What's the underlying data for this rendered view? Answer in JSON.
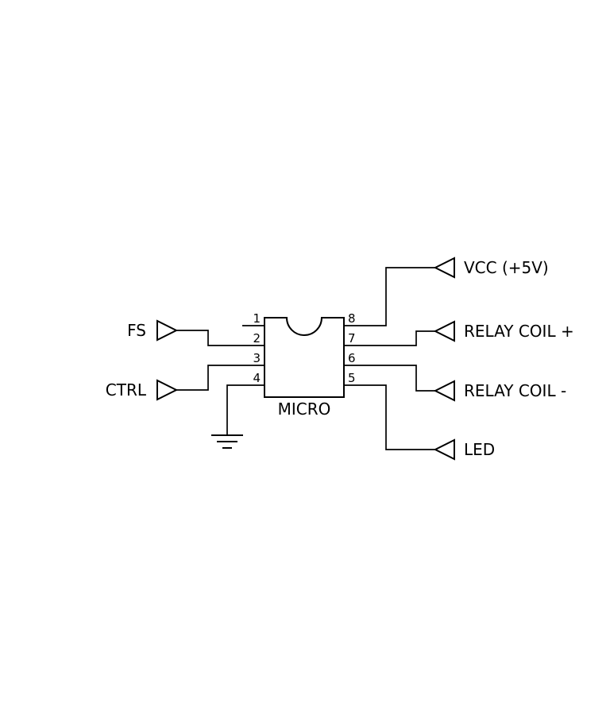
{
  "schematic": {
    "ic": {
      "label": "MICRO",
      "left_pins": [
        {
          "number": "1"
        },
        {
          "number": "2"
        },
        {
          "number": "3"
        },
        {
          "number": "4"
        }
      ],
      "right_pins": [
        {
          "number": "8"
        },
        {
          "number": "7"
        },
        {
          "number": "6"
        },
        {
          "number": "5"
        }
      ]
    },
    "left_terminals": [
      {
        "label": "FS",
        "connects_to_pin": "2"
      },
      {
        "label": "CTRL",
        "connects_to_pin": "3"
      }
    ],
    "right_terminals": [
      {
        "label": "VCC (+5V)",
        "connects_to_pin": "8"
      },
      {
        "label": "RELAY COIL +",
        "connects_to_pin": "7"
      },
      {
        "label": "RELAY COIL -",
        "connects_to_pin": "6"
      },
      {
        "label": "LED",
        "connects_to_pin": "5"
      }
    ],
    "ground": {
      "connects_to_pin": "4"
    },
    "colors": {
      "line": "#000000",
      "background": "#ffffff"
    }
  }
}
